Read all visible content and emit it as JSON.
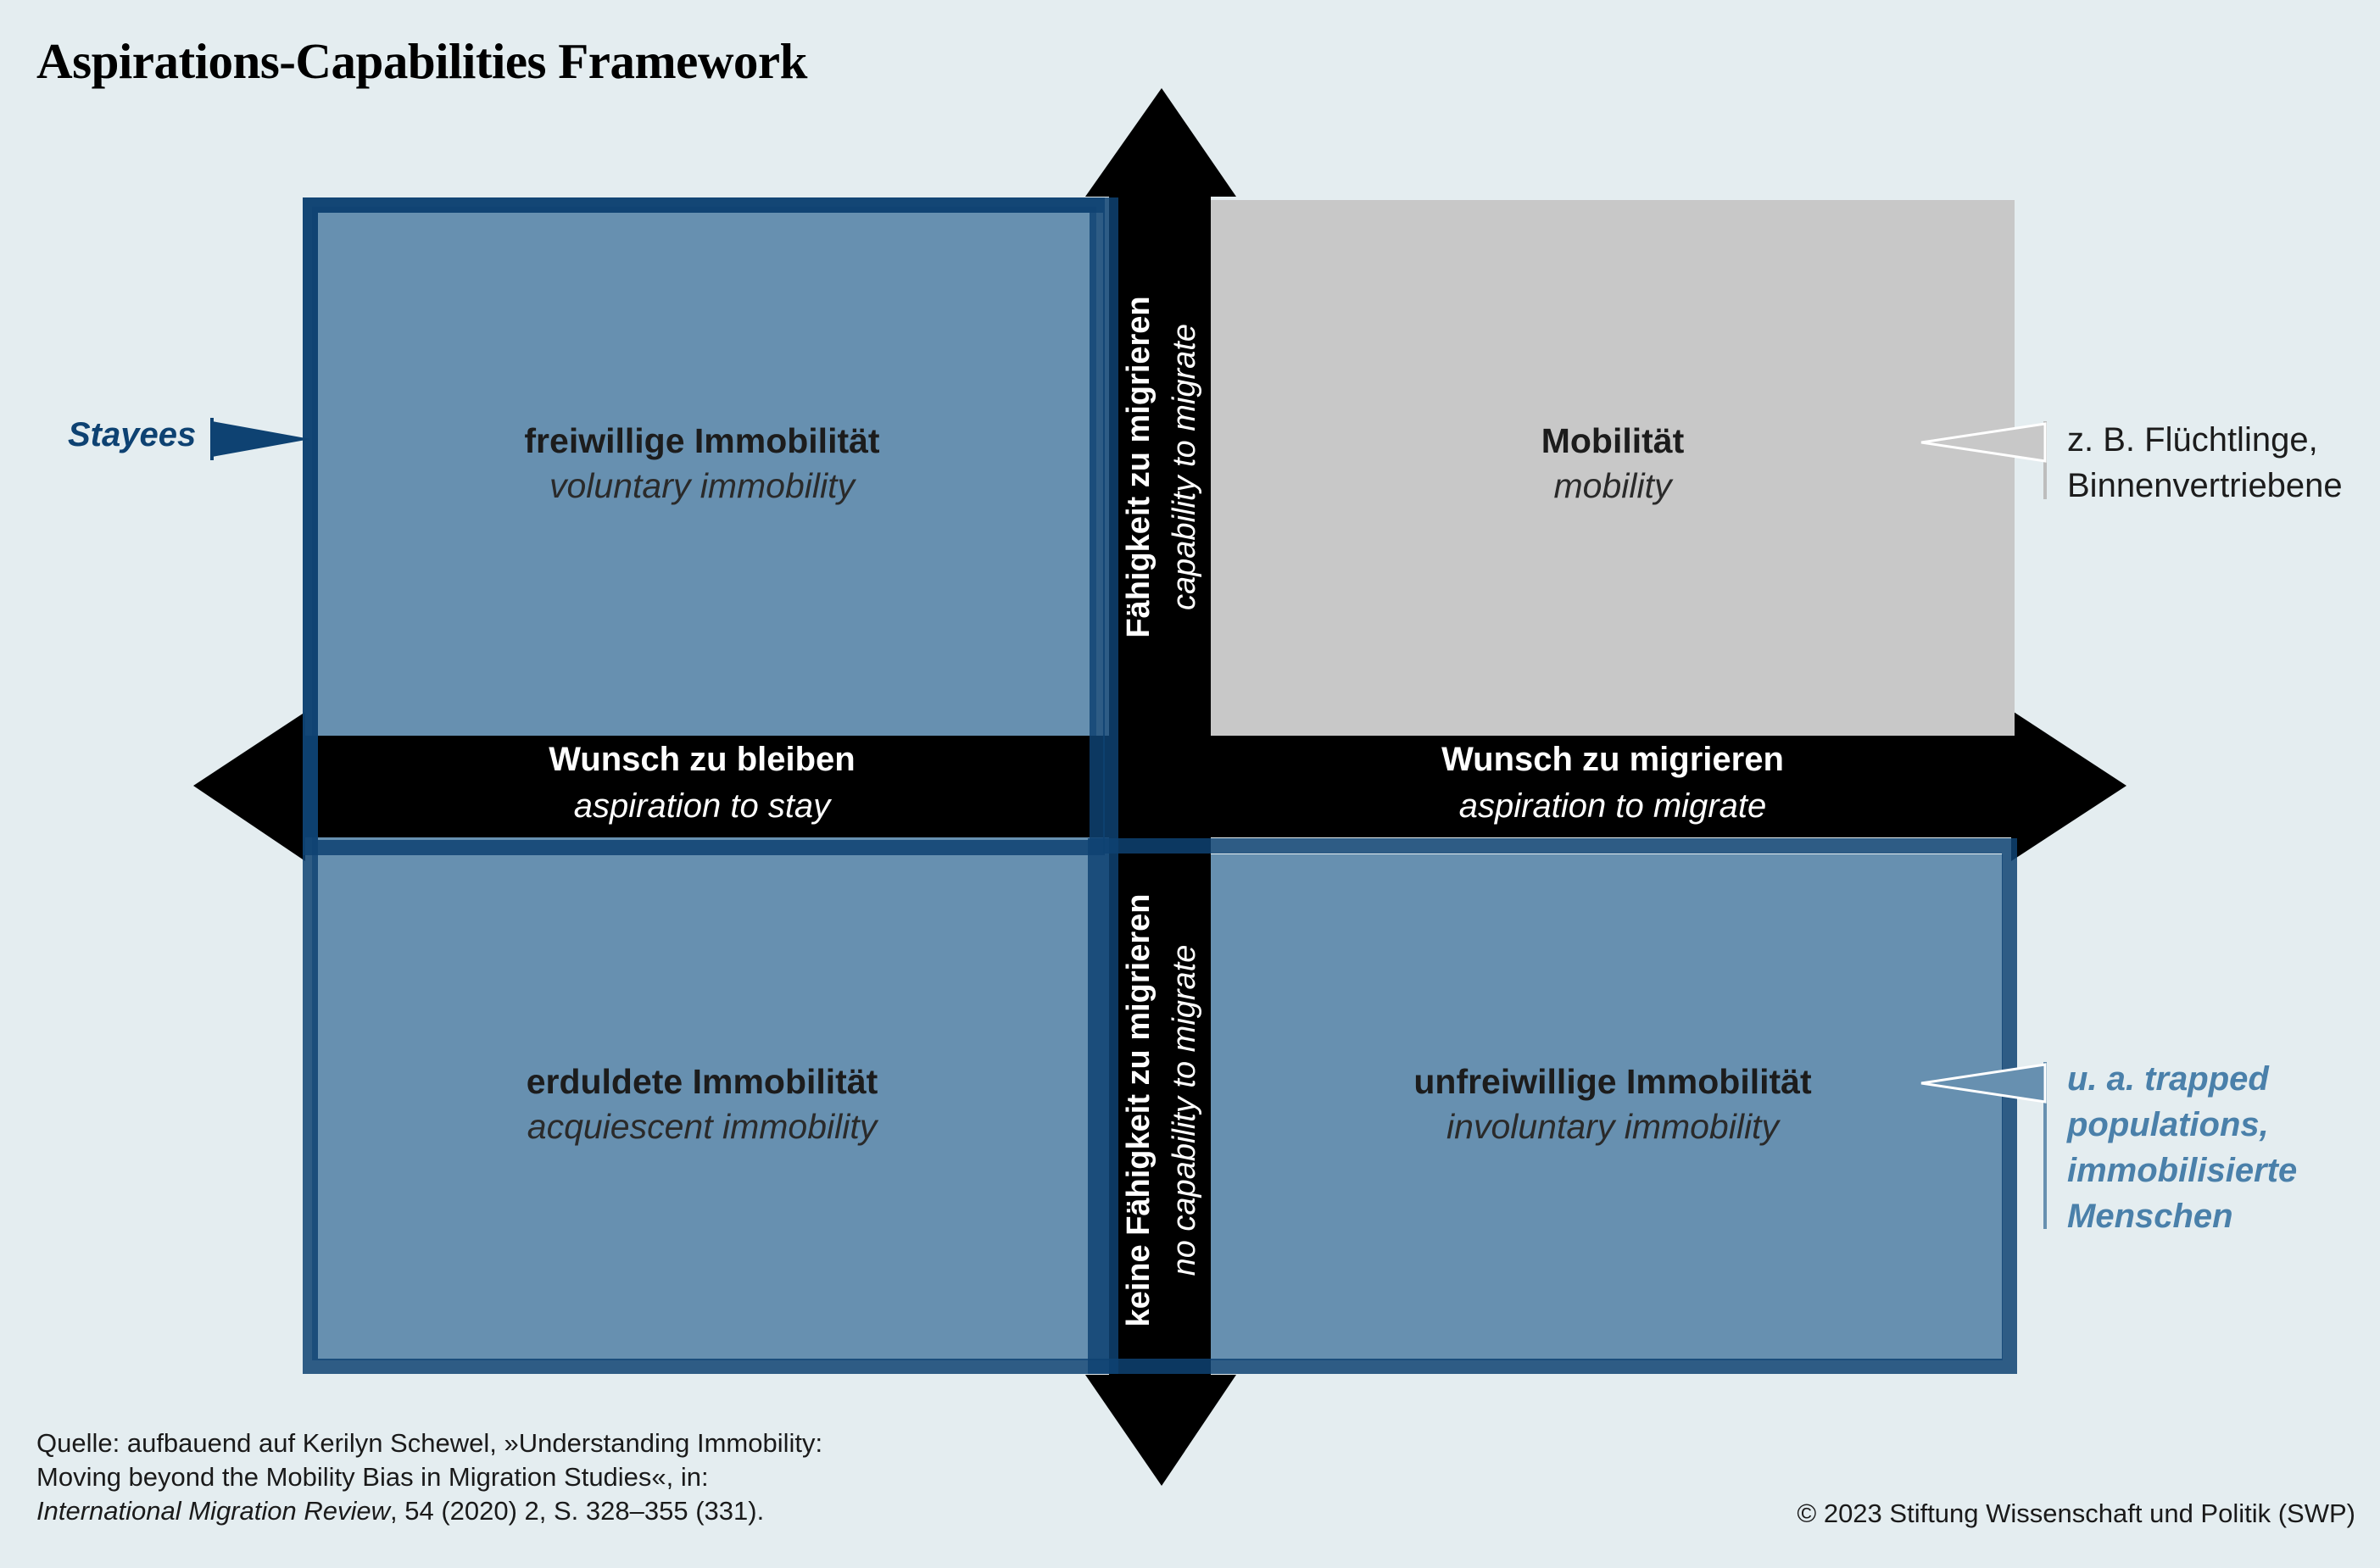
{
  "title": "Aspirations-Capabilities Framework",
  "quadrants": {
    "top_left": {
      "de": "freiwillige Immobilität",
      "en": "voluntary immobility"
    },
    "top_right": {
      "de": "Mobilität",
      "en": "mobility"
    },
    "bottom_left": {
      "de": "erduldete Immobilität",
      "en": "acquiescent immobility"
    },
    "bottom_right": {
      "de": "unfreiwillige Immobilität",
      "en": "involuntary immobility"
    }
  },
  "axes": {
    "left": {
      "de": "Wunsch zu bleiben",
      "en": "aspiration to stay"
    },
    "right": {
      "de": "Wunsch zu migrieren",
      "en": "aspiration to migrate"
    },
    "up": {
      "de": "Fähigkeit zu migrieren",
      "en": "capability to migrate"
    },
    "down": {
      "de": "keine Fähigkeit zu migrieren",
      "en": "no capability to migrate"
    }
  },
  "annotations": {
    "stayees": "Stayees",
    "refugees_line1": "z. B. Flüchtlinge,",
    "refugees_line2": "Binnenvertriebene",
    "trapped_line1": "u. a. trapped",
    "trapped_line2": "populations,",
    "trapped_line3": "immobilisierte",
    "trapped_line4": "Menschen"
  },
  "source": {
    "line1": "Quelle: aufbauend auf Kerilyn Schewel, »Understanding Immobility:",
    "line2": "Moving beyond the Mobility Bias in Migration Studies«, in:",
    "line3_journal": "International Migration Review",
    "line3_rest": ", 54 (2020) 2, S. 328–355 (331)."
  },
  "copyright": "© 2023 Stiftung Wissenschaft und Politik (SWP)",
  "colors": {
    "background": "#e4edf0",
    "blue_fill": "#6790b0",
    "blue_border": "#0e4272",
    "grey_fill": "#c8c8c8",
    "axis": "#000000"
  }
}
